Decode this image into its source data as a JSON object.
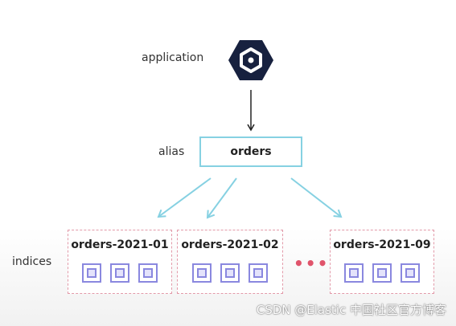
{
  "application": {
    "label": "application",
    "icon": "hexagon-gear-icon",
    "icon_color": "#17213f"
  },
  "alias": {
    "label": "alias",
    "name": "orders",
    "border_color": "#86d1e2"
  },
  "indices": {
    "label": "indices",
    "items": [
      {
        "name": "orders-2021-01",
        "shards": 3
      },
      {
        "name": "orders-2021-02",
        "shards": 3
      },
      {
        "name": "orders-2021-09",
        "shards": 3
      }
    ],
    "ellipsis": "•••",
    "border_color": "#e29aa9",
    "shard_color": "#8a88df"
  },
  "arrow_color": "#86d1e2",
  "watermark": "CSDN @Elastic 中国社区官方博客"
}
